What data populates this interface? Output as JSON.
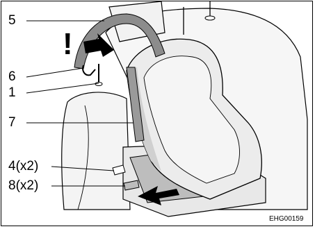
{
  "callouts": {
    "item_5": "5",
    "item_6": "6",
    "item_1": "1",
    "item_7": "7",
    "item_4": "4(x2)",
    "item_8": "8(x2)"
  },
  "warning_symbol": "!",
  "figure_code": "EHG00159",
  "colors": {
    "line": "#000000",
    "seat_fill": "#ececec",
    "shadow_fill": "#bdbdbd",
    "belt_fill": "#8c8c8c",
    "arrow_fill": "#000000"
  }
}
